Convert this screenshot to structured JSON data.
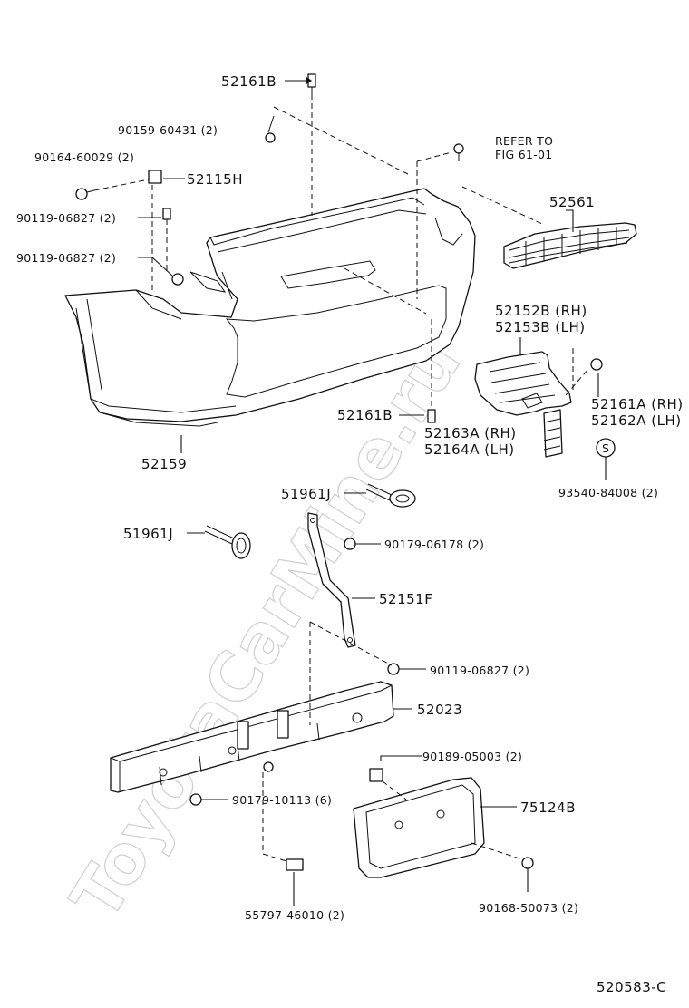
{
  "watermark": "ToyotaCarMine.ru",
  "diagram_code": "520583-C",
  "labels": {
    "p52161B_top": "52161B",
    "p90159": "90159-60431 (2)",
    "refer1": "REFER TO",
    "refer2": "FIG 61-01",
    "p90164": "90164-60029 (2)",
    "p52115H": "52115H",
    "p52561": "52561",
    "p90119_a": "90119-06827 (2)",
    "p90119_b": "90119-06827 (2)",
    "p52152B": "52152B (RH)",
    "p52153B": "52153B (LH)",
    "p52161A": "52161A (RH)",
    "p52162A": "52162A (LH)",
    "p52161B_bot": "52161B",
    "p52163A": "52163A (RH)",
    "p52164A": "52164A (LH)",
    "s_mark": "S",
    "p52159": "52159",
    "p93540": "93540-84008 (2)",
    "p51961J_a": "51961J",
    "p51961J_b": "51961J",
    "p90179_06178": "90179-06178 (2)",
    "p52151F": "52151F",
    "p90119_c": "90119-06827 (2)",
    "p52023": "52023",
    "p90189": "90189-05003 (2)",
    "p90179_10113": "90179-10113 (6)",
    "p75124B": "75124B",
    "p90168": "90168-50073 (2)",
    "p55797": "55797-46010 (2)"
  }
}
